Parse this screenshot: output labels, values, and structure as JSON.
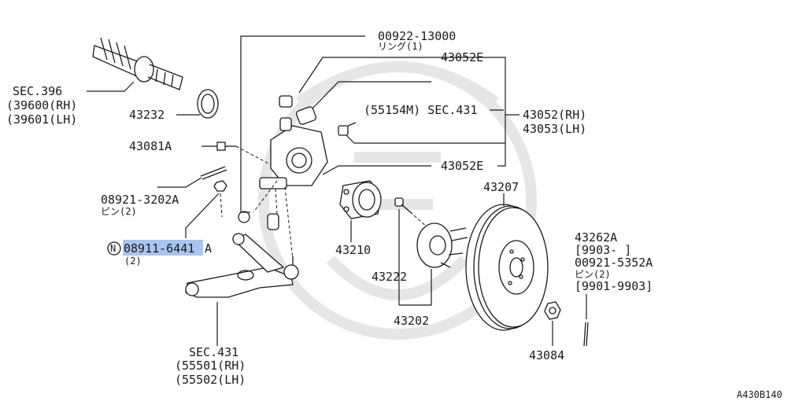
{
  "labels": {
    "sec396": "SEC.396",
    "p39600": "(39600(RH)",
    "p39601": "(39601(LH)",
    "p43232": "43232",
    "p43081A": "43081A",
    "p08921": "08921-3202A",
    "pin2a": "ピン(2)",
    "p08911_part": "08911-6441",
    "p08911_suffix": "A",
    "qty2": "(2)",
    "n_marker": "N",
    "p00922": "00922-13000",
    "ring1": "リング(1)",
    "p43052E_top": "43052E",
    "p55154M": "(55154M) SEC.431",
    "p43052RH": "43052(RH)",
    "p43053LH": "43053(LH)",
    "p43052E_bot": "43052E",
    "p43207": "43207",
    "p43210": "43210",
    "p43222": "43222",
    "p43202": "43202",
    "p43262A": "43262A",
    "range1": "[9903-      ]",
    "p00921": "00921-5352A",
    "pin2b": "ピン(2)",
    "range2": "[9901-9903]",
    "p43084": "43084",
    "sec431": "SEC.431",
    "p55501": "(55501(RH)",
    "p55502": "(55502(LH)",
    "diagram_code": "A430B140"
  },
  "colors": {
    "highlight": "#a8c4f0",
    "line": "#1a1a1a",
    "watermark": "#e6e6e6"
  }
}
